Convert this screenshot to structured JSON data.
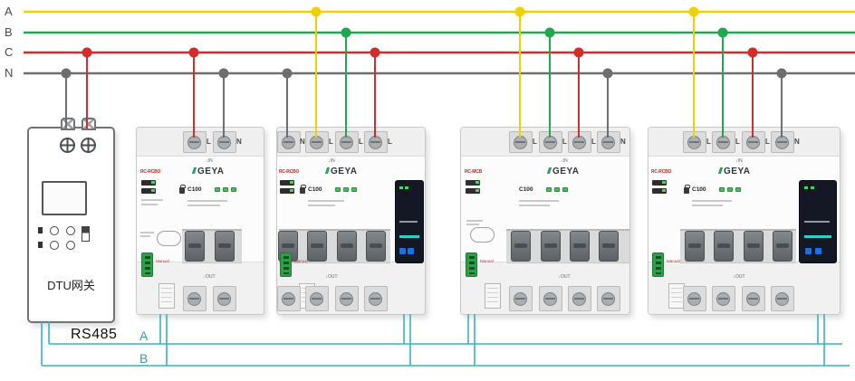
{
  "colors": {
    "phase_a": "#f0d000",
    "phase_b": "#1fa84f",
    "phase_c": "#d42b2b",
    "neutral": "#6e6e6e",
    "comm": "#35b3c4"
  },
  "bus": {
    "a": "A",
    "b": "B",
    "c": "C",
    "n": "N"
  },
  "dtu": {
    "name": "DTU网关"
  },
  "comm": {
    "name": "RS485",
    "a": "A",
    "b": "B"
  },
  "devices": [
    {
      "brand": "GEYA",
      "model": "RC-RCBO",
      "rating": "C100",
      "mode": "Manual",
      "in": "↓IN",
      "out": "↓OUT",
      "t": [
        "L",
        "N"
      ]
    },
    {
      "brand": "GEYA",
      "model": "RC-RCBO",
      "rating": "C100",
      "mode": "Manual",
      "in": "↓IN",
      "out": "↓OUT",
      "t": [
        "N",
        "L",
        "L",
        "L"
      ]
    },
    {
      "brand": "GEYA",
      "model": "RC-MCB",
      "rating": "C100",
      "mode": "Manual",
      "in": "↓IN",
      "out": "↓OUT",
      "t": [
        "L",
        "L",
        "L",
        "N"
      ]
    },
    {
      "brand": "GEYA",
      "model": "RC-RCBO",
      "rating": "C100",
      "mode": "Manual",
      "in": "↓IN",
      "out": "↓OUT",
      "t": [
        "L",
        "L",
        "L",
        "N"
      ]
    }
  ]
}
